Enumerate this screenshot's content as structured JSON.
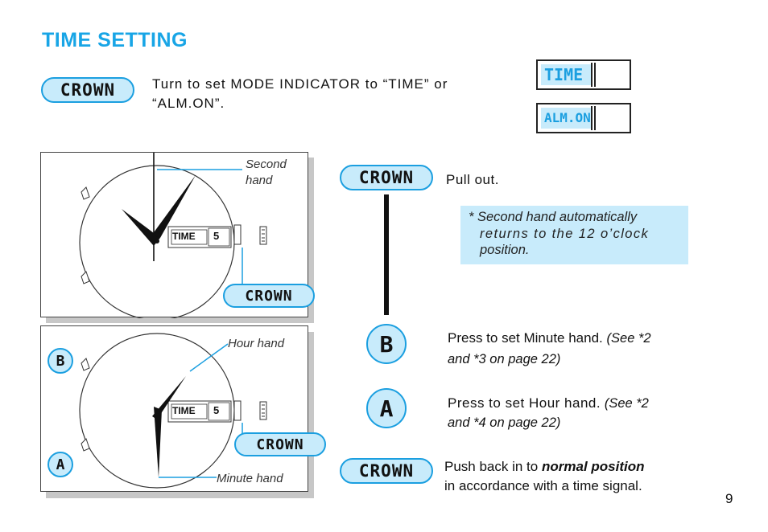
{
  "page": {
    "title": "TIME SETTING",
    "page_number": "9"
  },
  "intro": {
    "crown_label": "CROWN",
    "text_line1": "Turn to set MODE INDICATOR to “TIME” or",
    "text_line2": "“ALM.ON”.",
    "mode_time": "TIME",
    "mode_alm": "ALM.ON"
  },
  "diagram_top": {
    "second_hand_line1": "Second",
    "second_hand_line2": "hand",
    "dial_mode": "TIME",
    "dial_date": "5",
    "crown_label": "CROWN"
  },
  "diagram_bottom": {
    "hour_hand_label": "Hour hand",
    "minute_hand_label": "Minute hand",
    "button_b": "B",
    "button_a": "A",
    "dial_mode": "TIME",
    "dial_date": "5",
    "crown_label": "CROWN"
  },
  "steps": {
    "pull_crown_label": "CROWN",
    "pull_text": "Pull out.",
    "note_line1": "* Second hand automatically",
    "note_line2": "returns to the 12 o’clock",
    "note_line3": "position.",
    "b_label": "B",
    "b_text": "Press to set Minute hand.",
    "b_ref_line1": "(See *2",
    "b_ref_line2": "and *3 on page 22)",
    "a_label": "A",
    "a_text": "Press to set Hour hand.",
    "a_ref_line1": "(See *2",
    "a_ref_line2": "and *4 on page 22)",
    "push_crown_label": "CROWN",
    "push_text_start": "Push back in to",
    "push_text_bold": "normal position",
    "push_text_line2": "in accordance with a time signal."
  },
  "colors": {
    "accent": "#1b9fe0",
    "title": "#18a5e6",
    "light_fill": "#c8ebfb"
  },
  "icons": [
    "crown-button-icon",
    "b-button-icon",
    "a-button-icon",
    "watch-dial-icon"
  ]
}
